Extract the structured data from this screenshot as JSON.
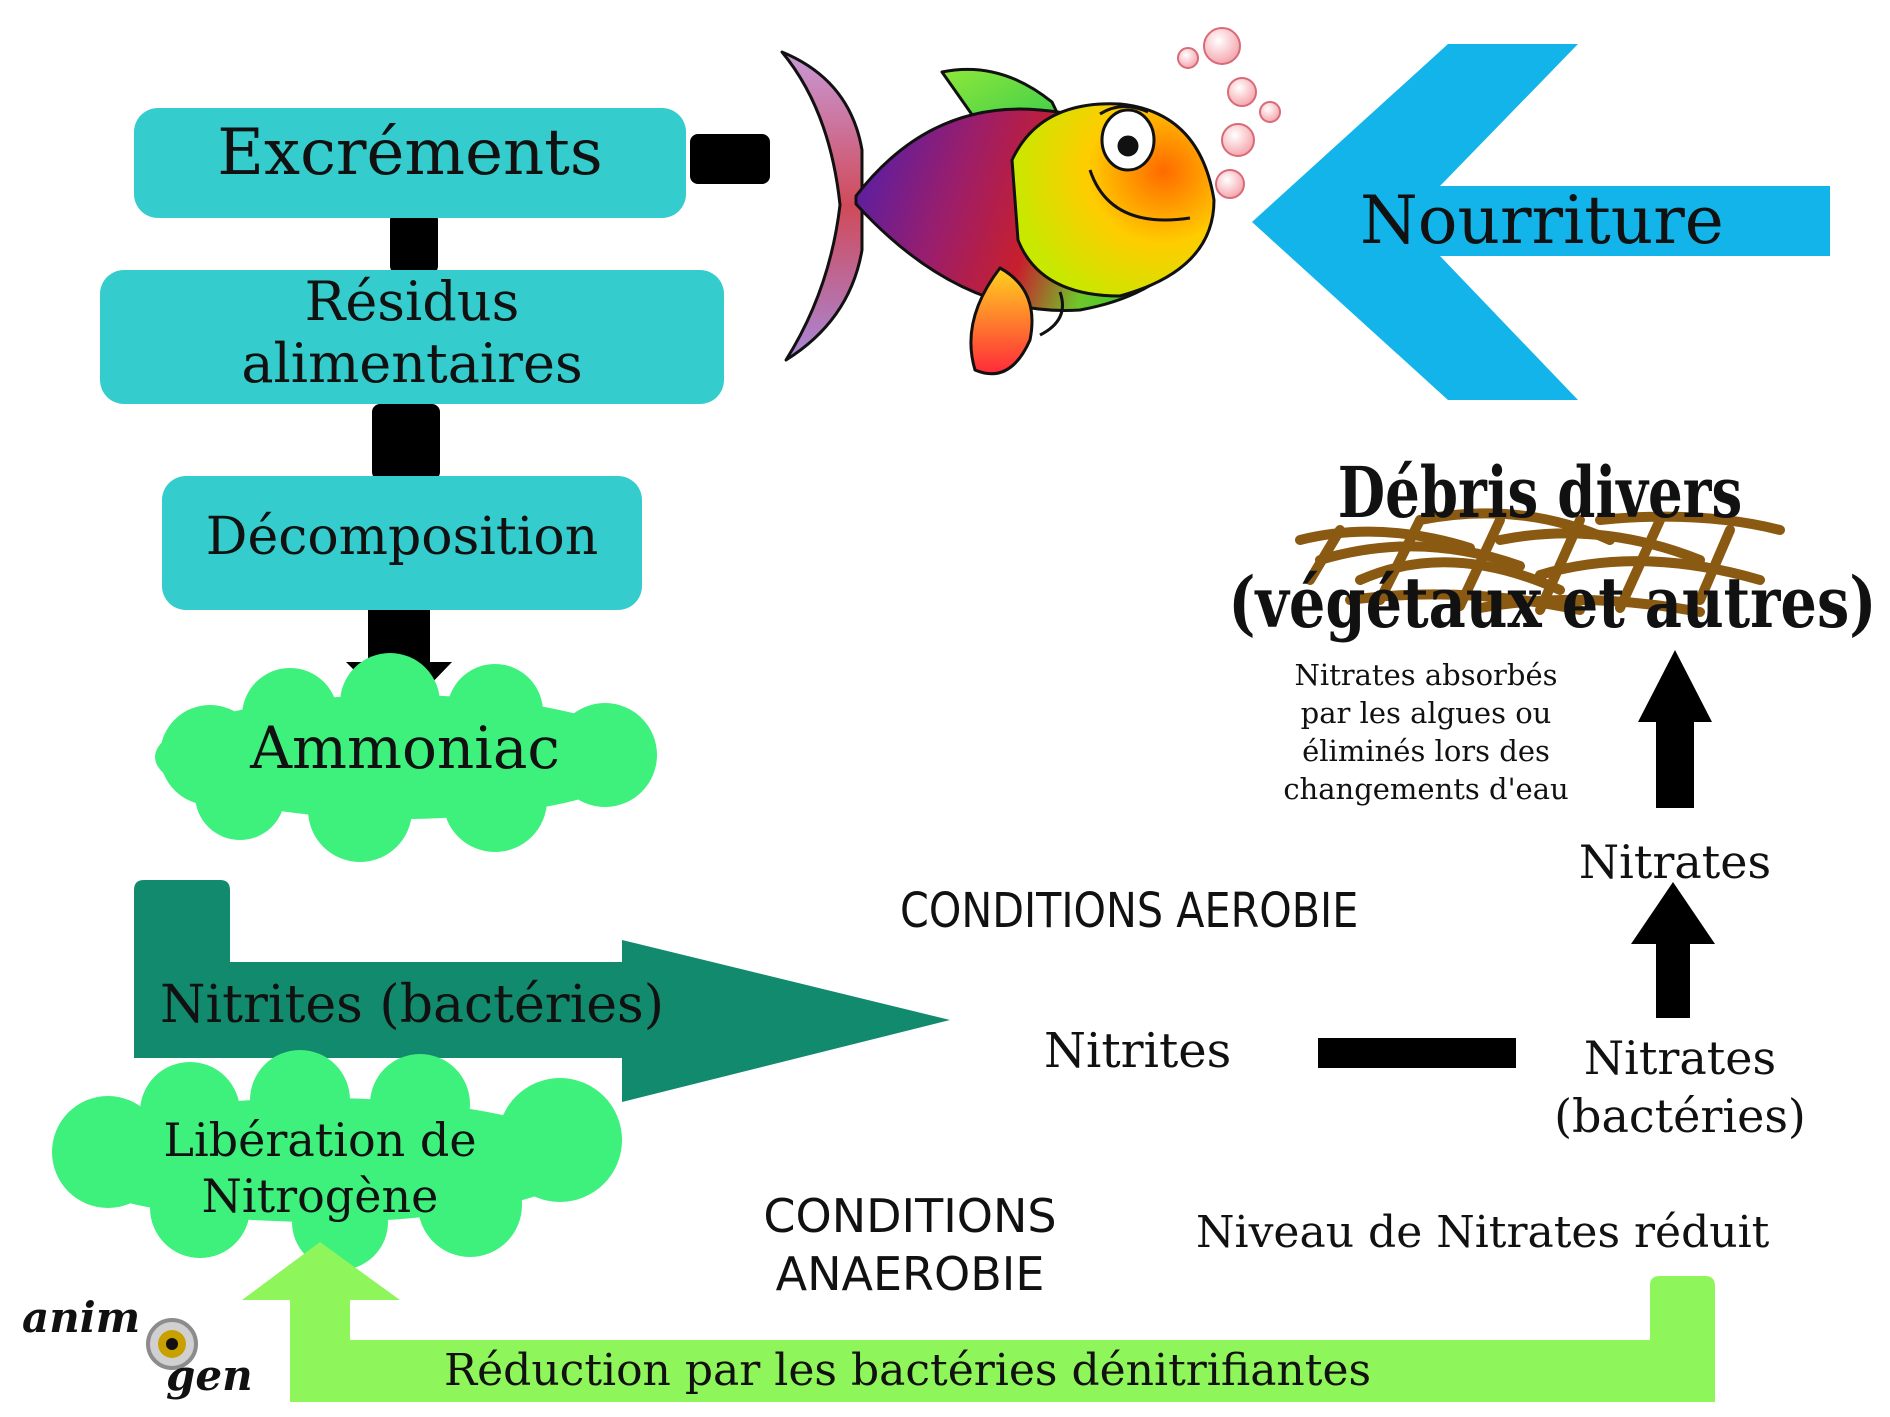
{
  "colors": {
    "teal_box": "#34cccc",
    "dark_green": "#128a6e",
    "cloud_green": "#3ef07c",
    "lime": "#8ef55a",
    "blue": "#12b4ea",
    "brown": "#8a5a12",
    "black": "#000000"
  },
  "boxes": {
    "excrements": "Excréments",
    "residus_line1": "Résidus",
    "residus_line2": "alimentaires",
    "decomposition": "Décomposition"
  },
  "clouds": {
    "ammoniac": "Ammoniac",
    "liberation_line1": "Libération de",
    "liberation_line2": "Nitrogène"
  },
  "arrows": {
    "nourriture": "Nourriture",
    "nitrites_bacteries": "Nitrites (bactéries)",
    "reduction": "Réduction par les bactéries dénitrifiantes"
  },
  "debris": {
    "line1": "Débris divers",
    "line2": "(végétaux et autres)"
  },
  "absorbes": {
    "line1": "Nitrates absorbés",
    "line2": "par les algues ou",
    "line3": "éliminés lors des",
    "line4": "changements d'eau"
  },
  "labels": {
    "conditions_aerobie": "CONDITIONS AEROBIE",
    "nitrites": "Nitrites",
    "nitrates": "Nitrates",
    "nitrates_bact_line1": "Nitrates",
    "nitrates_bact_line2": "(bactéries)",
    "conditions_anaerobie_line1": "CONDITIONS",
    "conditions_anaerobie_line2": "ANAEROBIE",
    "niveau_reduit": "Niveau de Nitrates réduit"
  },
  "logo": {
    "part1": "anim",
    "part2": "gen"
  }
}
